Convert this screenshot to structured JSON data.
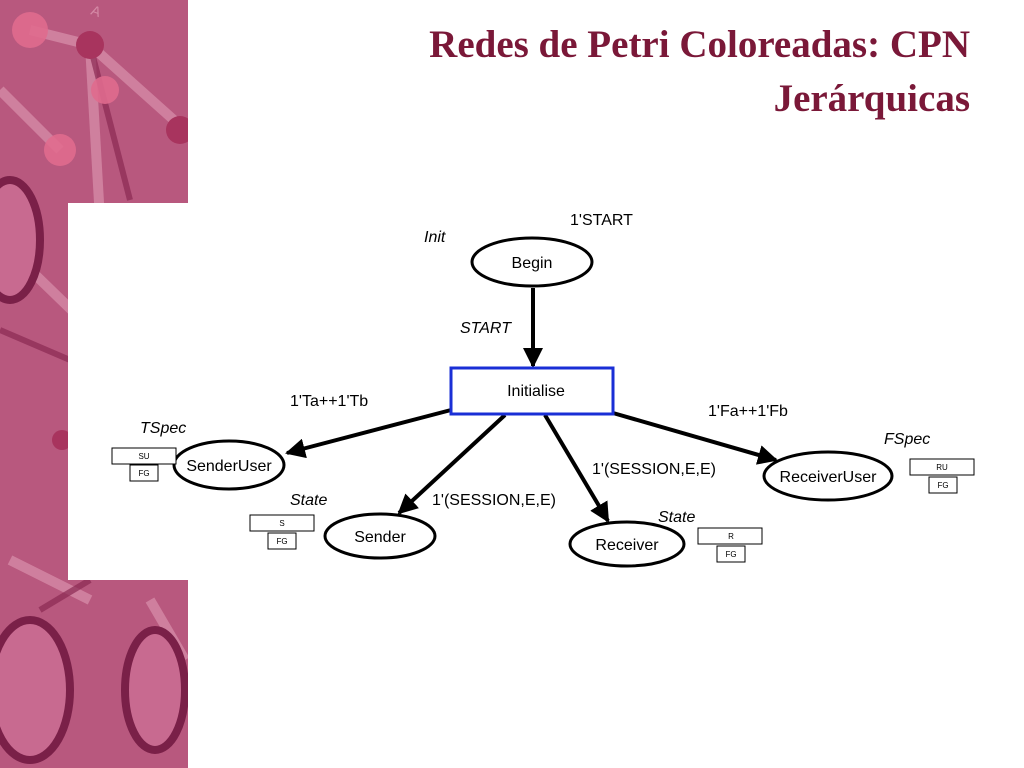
{
  "title": {
    "line1": "Redes de Petri Coloreadas: CPN",
    "line2": "Jerárquicas"
  },
  "colors": {
    "title": "#7a1838",
    "sidebar": "#b8587e",
    "transition_border": "#1a2fd6"
  },
  "diagram": {
    "transition": "Initialise",
    "places": {
      "begin": {
        "label": "Begin",
        "type": "Init",
        "marking": "1'START"
      },
      "sender_user": {
        "label": "SenderUser",
        "type": "TSpec",
        "tags": [
          "SU",
          "FG"
        ]
      },
      "sender": {
        "label": "Sender",
        "type": "State",
        "tags": [
          "S",
          "FG"
        ]
      },
      "receiver": {
        "label": "Receiver",
        "type": "State",
        "tags": [
          "R",
          "FG"
        ]
      },
      "receiver_user": {
        "label": "ReceiverUser",
        "type": "FSpec",
        "tags": [
          "RU",
          "FG"
        ]
      }
    },
    "arcs": {
      "begin_to_init": "START",
      "to_sender_user": "1'Ta++1'Tb",
      "to_sender": "1'(SESSION,E,E)",
      "to_receiver": "1'(SESSION,E,E)",
      "to_receiver_user": "1'Fa++1'Fb"
    }
  }
}
